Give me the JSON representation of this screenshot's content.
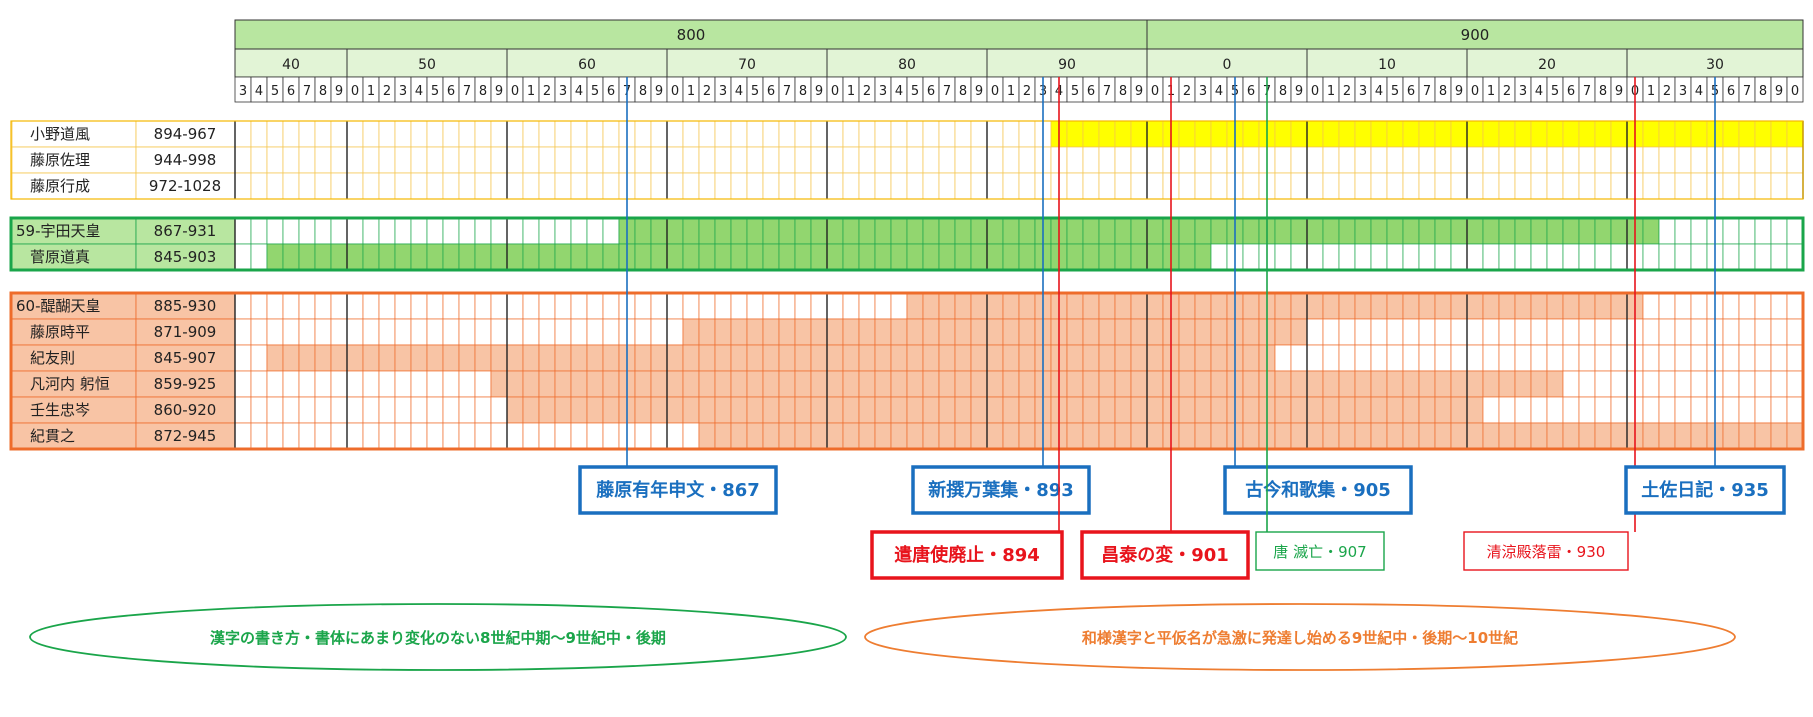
{
  "chart_data": {
    "type": "gantt-timeline",
    "year_start": 843,
    "year_end": 940,
    "century_headers": [
      {
        "label": "800",
        "from": 843,
        "to": 899
      },
      {
        "label": "900",
        "from": 900,
        "to": 940
      }
    ],
    "decade_headers": [
      {
        "label": "40",
        "from": 843,
        "to": 849
      },
      {
        "label": "50",
        "from": 850,
        "to": 859
      },
      {
        "label": "60",
        "from": 860,
        "to": 869
      },
      {
        "label": "70",
        "from": 870,
        "to": 879
      },
      {
        "label": "80",
        "from": 880,
        "to": 889
      },
      {
        "label": "90",
        "from": 890,
        "to": 899
      },
      {
        "label": "0",
        "from": 900,
        "to": 909
      },
      {
        "label": "10",
        "from": 910,
        "to": 919
      },
      {
        "label": "20",
        "from": 920,
        "to": 929
      },
      {
        "label": "30",
        "from": 930,
        "to": 940
      }
    ],
    "groups": [
      {
        "id": "yellow",
        "border": "#f5b800",
        "fill": "#ffff00",
        "label_fill": "#ffffff",
        "grid": "#f5c54a",
        "thick": false,
        "rows": [
          {
            "name": "小野道風",
            "years": "894-967",
            "start": 894,
            "end": 967
          },
          {
            "name": "藤原佐理",
            "years": "944-998",
            "start": 944,
            "end": 998
          },
          {
            "name": "藤原行成",
            "years": "972-1028",
            "start": 972,
            "end": 1028
          }
        ]
      },
      {
        "id": "green",
        "border": "#1aa54a",
        "fill": "#92d66f",
        "label_fill": "#b8e6a0",
        "grid": "#1aa54a",
        "thick": true,
        "rows": [
          {
            "name": "59-宇田天皇",
            "years": "867-931",
            "start": 867,
            "end": 931
          },
          {
            "name": "菅原道真",
            "years": "845-903",
            "start": 845,
            "end": 903
          }
        ]
      },
      {
        "id": "orange",
        "border": "#ee6c2b",
        "fill": "#f8c4a5",
        "label_fill": "#f8c4a5",
        "grid": "#ee6c2b",
        "thick": true,
        "rows": [
          {
            "name": "60-醍醐天皇",
            "years": "885-930",
            "start": 885,
            "end": 930
          },
          {
            "name": "藤原時平",
            "years": "871-909",
            "start": 871,
            "end": 909
          },
          {
            "name": "紀友則",
            "years": "845-907",
            "start": 845,
            "end": 907
          },
          {
            "name": "凡河内 躬恒",
            "years": "859-925",
            "start": 859,
            "end": 925
          },
          {
            "name": "壬生忠岑",
            "years": "860-920",
            "start": 860,
            "end": 920
          },
          {
            "name": "紀貫之",
            "years": "872-945",
            "start": 872,
            "end": 945
          }
        ]
      }
    ],
    "events": [
      {
        "label": "藤原有年申文・867",
        "year": 867,
        "color": "#1a6fbf",
        "style": "bold",
        "level": 1
      },
      {
        "label": "新撰万葉集・893",
        "year": 893,
        "color": "#1a6fbf",
        "style": "bold",
        "level": 1
      },
      {
        "label": "遣唐使廃止・894",
        "year": 894,
        "color": "#e8141c",
        "style": "bold",
        "level": 2
      },
      {
        "label": "昌泰の変・901",
        "year": 901,
        "color": "#e8141c",
        "style": "bold",
        "level": 2
      },
      {
        "label": "古今和歌集・905",
        "year": 905,
        "color": "#1a6fbf",
        "style": "bold",
        "level": 1
      },
      {
        "label": "唐 滅亡・907",
        "year": 907,
        "color": "#1aa54a",
        "style": "thin",
        "level": 2
      },
      {
        "label": "清涼殿落雷・930",
        "year": 930,
        "color": "#e8141c",
        "style": "thin",
        "level": 2
      },
      {
        "label": "土佐日記・935",
        "year": 935,
        "color": "#1a6fbf",
        "style": "bold",
        "level": 1
      }
    ],
    "periods": [
      {
        "label": "漢字の書き方・書体にあまり変化のない8世紀中期〜9世紀中・後期",
        "color": "#1aa54a"
      },
      {
        "label": "和様漢字と平仮名が急激に発達し始める9世紀中・後期〜10世紀",
        "color": "#ee7d31"
      }
    ]
  }
}
